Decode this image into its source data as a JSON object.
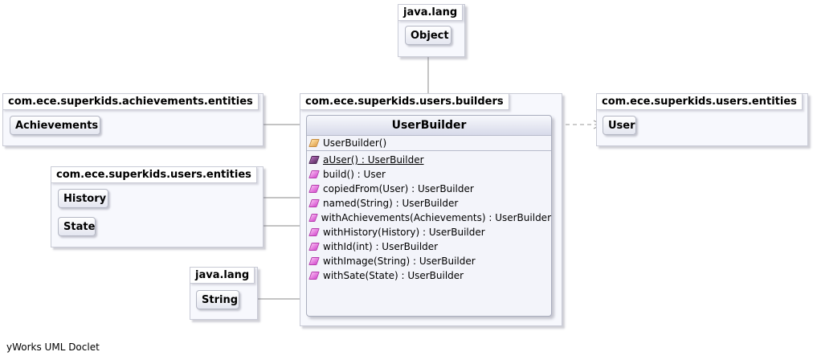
{
  "packages": {
    "java_lang_top": "java.lang",
    "achievements_entities": "com.ece.superkids.achievements.entities",
    "users_builders": "com.ece.superkids.users.builders",
    "users_entities_right": "com.ece.superkids.users.entities",
    "users_entities_left": "com.ece.superkids.users.entities",
    "java_lang_bottom": "java.lang"
  },
  "classes": {
    "object": "Object",
    "achievements": "Achievements",
    "user": "User",
    "history": "History",
    "state": "State",
    "string": "String"
  },
  "user_builder": {
    "name": "UserBuilder",
    "constructor": "UserBuilder()",
    "methods": [
      {
        "text": "aUser() : UserBuilder",
        "kind": "static"
      },
      {
        "text": "build() : User",
        "kind": "method"
      },
      {
        "text": "copiedFrom(User) : UserBuilder",
        "kind": "method"
      },
      {
        "text": "named(String) : UserBuilder",
        "kind": "method"
      },
      {
        "text": "withAchievements(Achievements) : UserBuilder",
        "kind": "method"
      },
      {
        "text": "withHistory(History) : UserBuilder",
        "kind": "method"
      },
      {
        "text": "withId(int) : UserBuilder",
        "kind": "method"
      },
      {
        "text": "withImage(String) : UserBuilder",
        "kind": "method"
      },
      {
        "text": "withSate(State) : UserBuilder",
        "kind": "method"
      }
    ]
  },
  "footer": "yWorks UML Doclet",
  "colors": {
    "package_fill": "#f7f8fd",
    "package_border": "#c9cbd6",
    "line": "#8a8a8a",
    "method_icon": "#d64fd0",
    "static_icon": "#5a2f63",
    "constructor_icon": "#e2a24e"
  }
}
